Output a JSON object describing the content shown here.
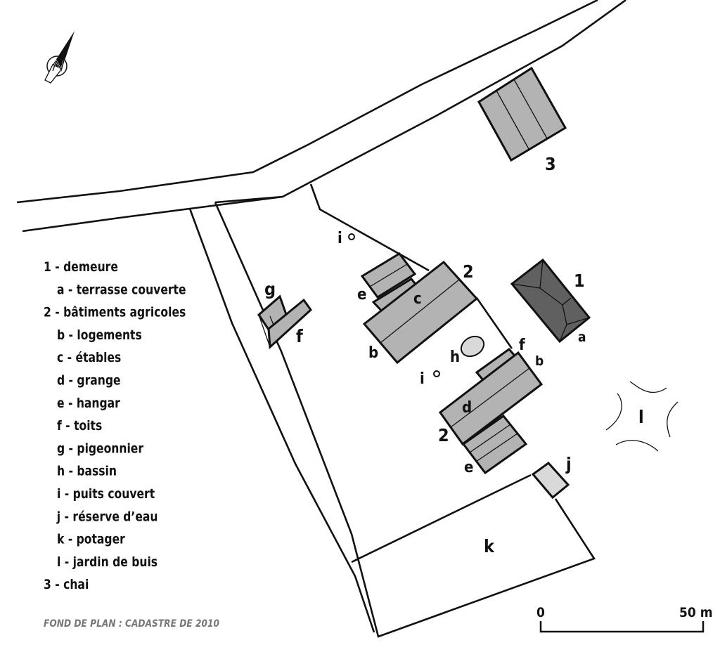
{
  "legend": {
    "items": [
      {
        "text": "1 - demeure",
        "indent": false
      },
      {
        "text": "a - terrasse couverte",
        "indent": true
      },
      {
        "text": "2 - bâtiments agricoles",
        "indent": false
      },
      {
        "text": "b - logements",
        "indent": true
      },
      {
        "text": "c - étables",
        "indent": true
      },
      {
        "text": "d - grange",
        "indent": true
      },
      {
        "text": "e - hangar",
        "indent": true
      },
      {
        "text": "f - toits",
        "indent": true
      },
      {
        "text": "g - pigeonnier",
        "indent": true
      },
      {
        "text": "h - bassin",
        "indent": true
      },
      {
        "text": "i - puits couvert",
        "indent": true
      },
      {
        "text": "j - réserve d’eau",
        "indent": true
      },
      {
        "text": "k - potager",
        "indent": true
      },
      {
        "text": "l - jardin de buis",
        "indent": true
      },
      {
        "text": "3 - chai",
        "indent": false
      }
    ]
  },
  "source": "FOND DE PLAN : CADASTRE DE 2010",
  "scale_bar": {
    "start": "0",
    "end": "50 m"
  },
  "map_labels": {
    "demeure": "1",
    "terrasse": "a",
    "agri_north": "2",
    "agri_south": "2",
    "logements_north": "b",
    "logements_south": "b",
    "etables": "c",
    "grange": "d",
    "hangar_north": "e",
    "hangar_south": "e",
    "toits_west": "f",
    "toits_east": "f",
    "pigeonnier": "g",
    "bassin": "h",
    "puits_north": "i",
    "puits_south": "i",
    "reserve": "j",
    "potager": "k",
    "jardin": "l",
    "chai": "3"
  },
  "colors": {
    "building": "#b3b3b3",
    "demeure": "#606060",
    "line": "#111111"
  },
  "icons": {
    "north_arrow": "compass-north-icon"
  }
}
